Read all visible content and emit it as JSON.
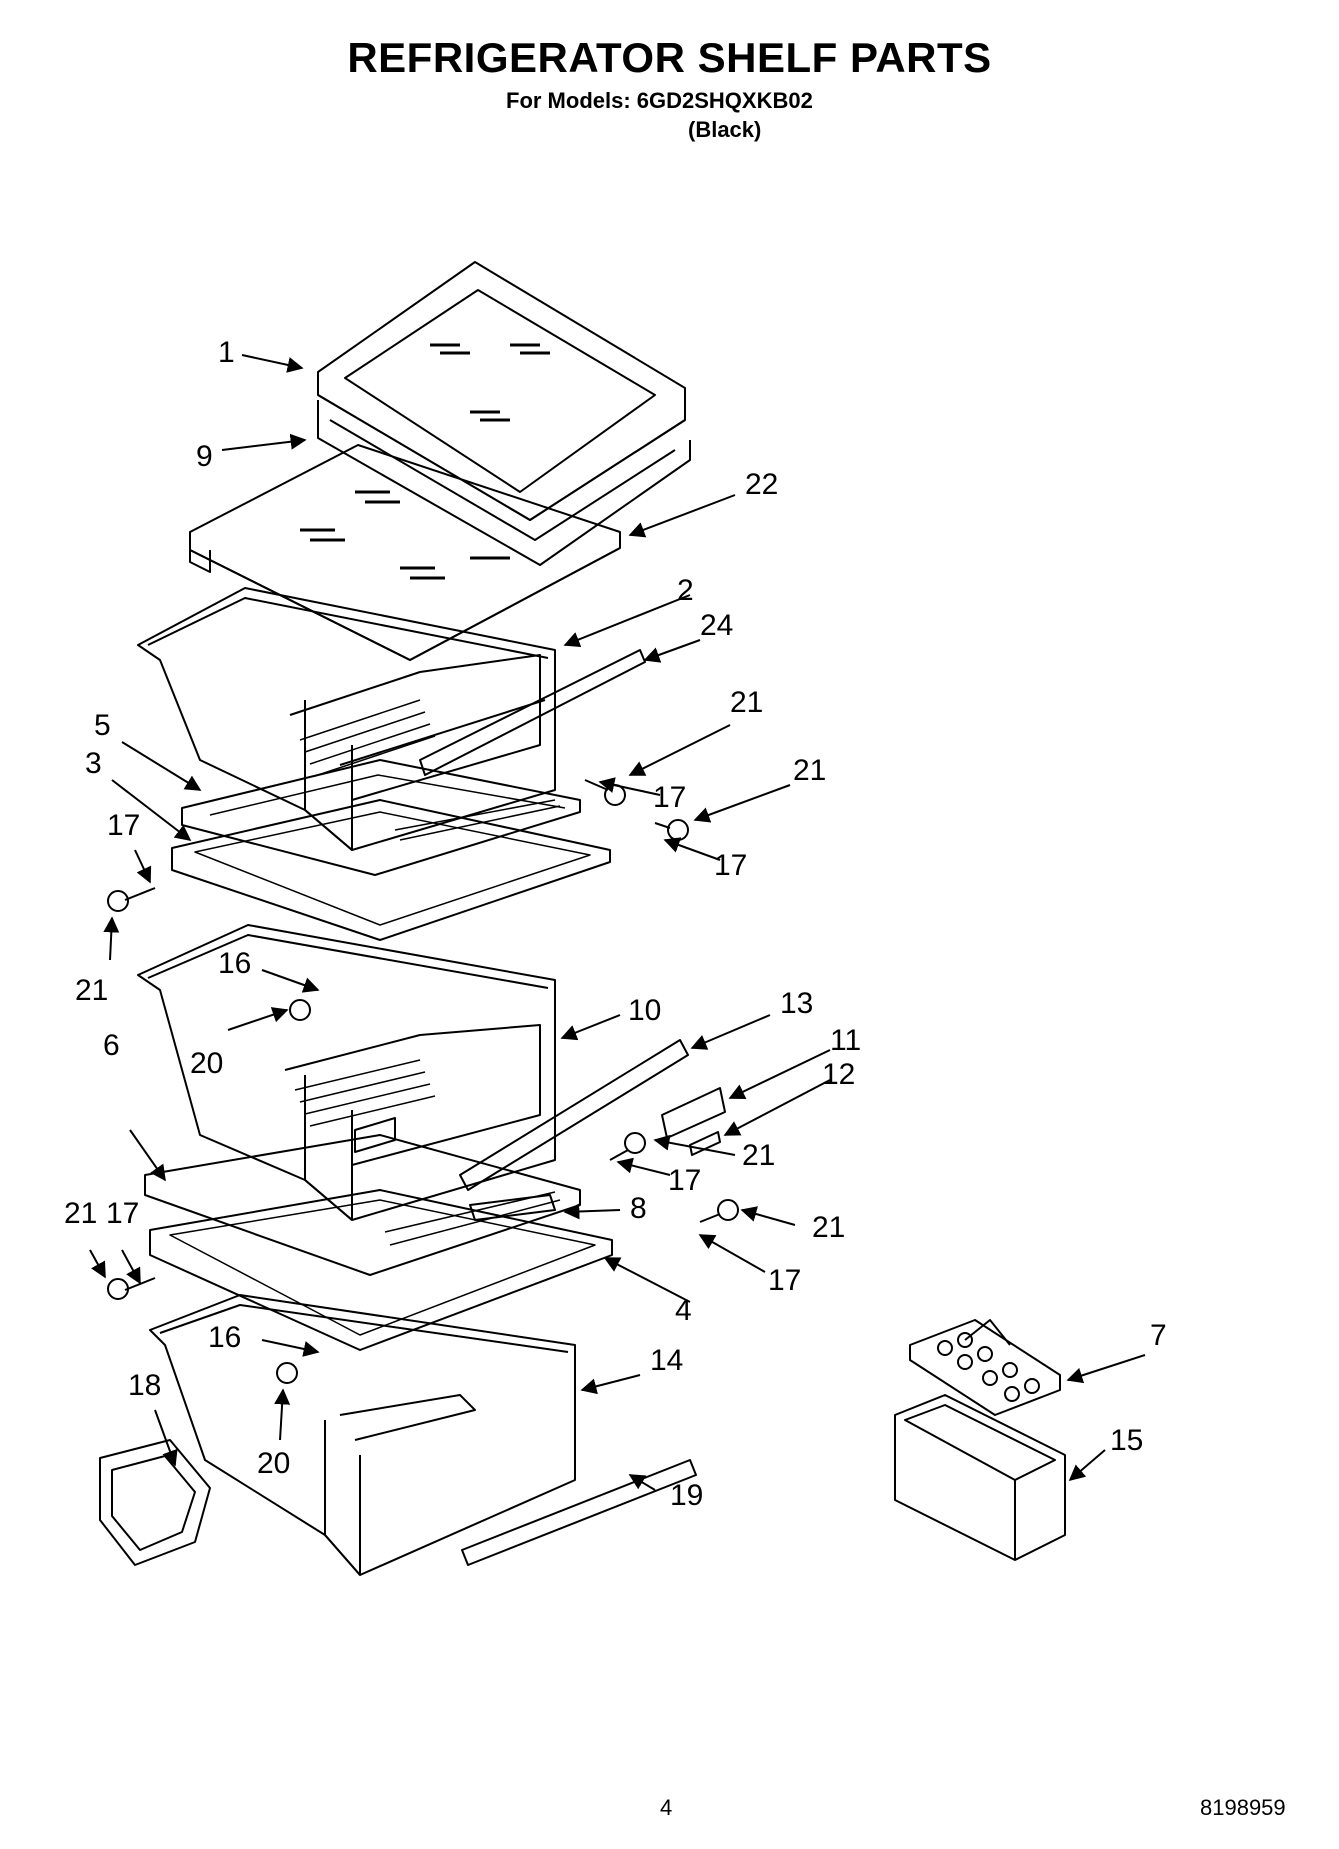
{
  "header": {
    "title": "REFRIGERATOR SHELF PARTS",
    "models_line": "For Models: 6GD2SHQXKB02",
    "variant": "(Black)"
  },
  "callouts": [
    "1",
    "9",
    "22",
    "2",
    "24",
    "5",
    "3",
    "21",
    "17",
    "21",
    "17",
    "17",
    "21",
    "16",
    "20",
    "10",
    "13",
    "11",
    "12",
    "6",
    "21",
    "17",
    "8",
    "21",
    "21",
    "17",
    "17",
    "4",
    "16",
    "14",
    "18",
    "20",
    "19",
    "7",
    "15"
  ],
  "footer": {
    "page_number": "4",
    "doc_number": "8198959"
  }
}
